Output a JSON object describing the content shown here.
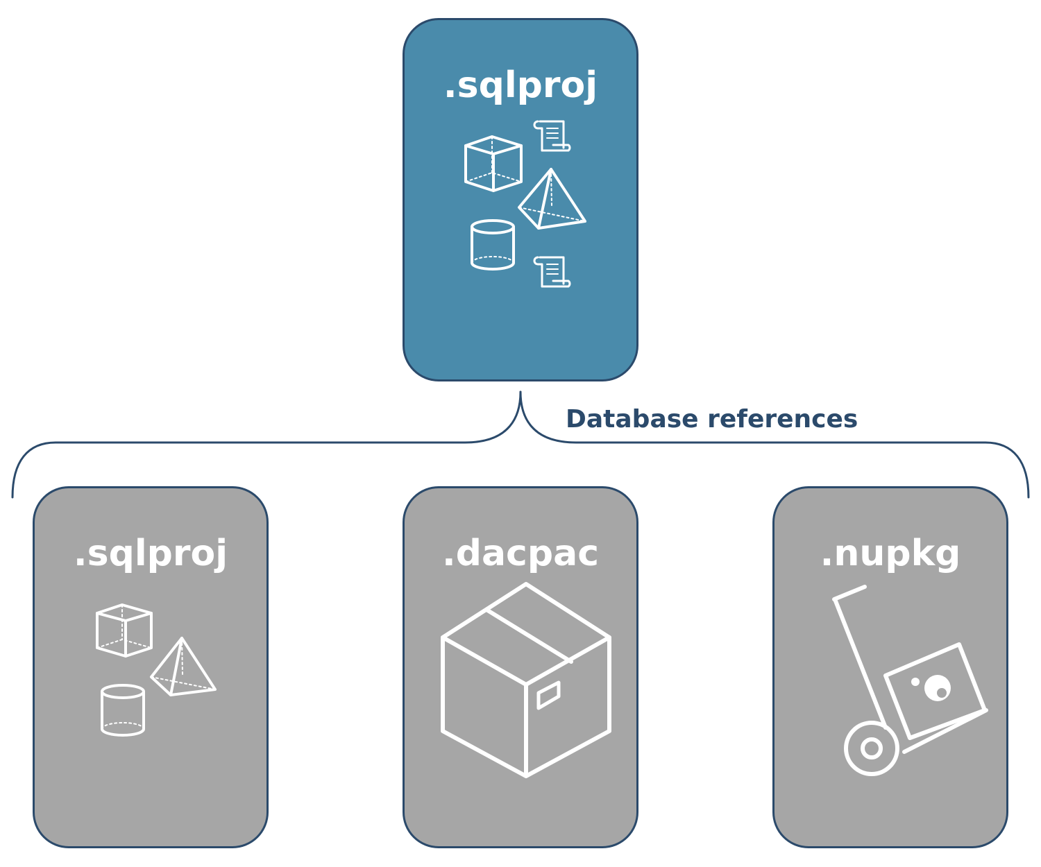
{
  "top_project": {
    "title": ".sqlproj",
    "color": "#4a8bab"
  },
  "references_label": "Database references",
  "reference_targets": [
    {
      "title": ".sqlproj",
      "icon": "database-objects-icon"
    },
    {
      "title": ".dacpac",
      "icon": "box-icon"
    },
    {
      "title": ".nupkg",
      "icon": "hand-truck-package-icon"
    }
  ],
  "colors": {
    "outline": "#2b4a6b",
    "top_fill": "#4a8bab",
    "bottom_fill": "#a6a6a6",
    "icon": "#ffffff"
  }
}
